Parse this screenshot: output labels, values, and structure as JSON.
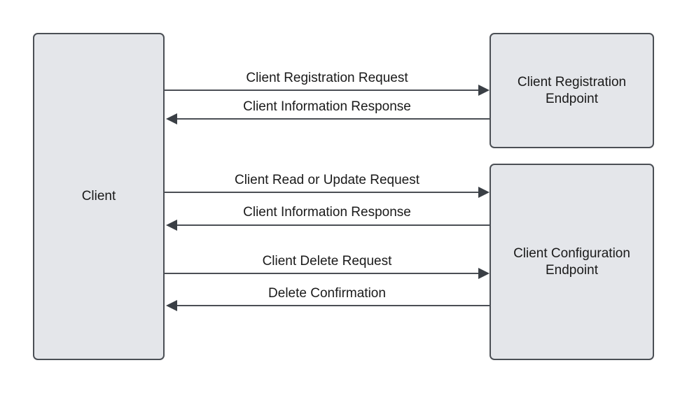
{
  "nodes": {
    "client": "Client",
    "registration_endpoint": "Client Registration\nEndpoint",
    "configuration_endpoint": "Client Configuration\nEndpoint"
  },
  "messages": [
    {
      "label": "Client Registration Request",
      "from": "client",
      "to": "registration_endpoint"
    },
    {
      "label": "Client Information Response",
      "from": "registration_endpoint",
      "to": "client"
    },
    {
      "label": "Client Read or Update Request",
      "from": "client",
      "to": "configuration_endpoint"
    },
    {
      "label": "Client Information Response",
      "from": "configuration_endpoint",
      "to": "client"
    },
    {
      "label": "Client Delete Request",
      "from": "client",
      "to": "configuration_endpoint"
    },
    {
      "label": "Delete Confirmation",
      "from": "configuration_endpoint",
      "to": "client"
    }
  ],
  "colors": {
    "box_fill": "#e4e6ea",
    "stroke": "#4b4f55",
    "text": "#1a1a1a"
  }
}
